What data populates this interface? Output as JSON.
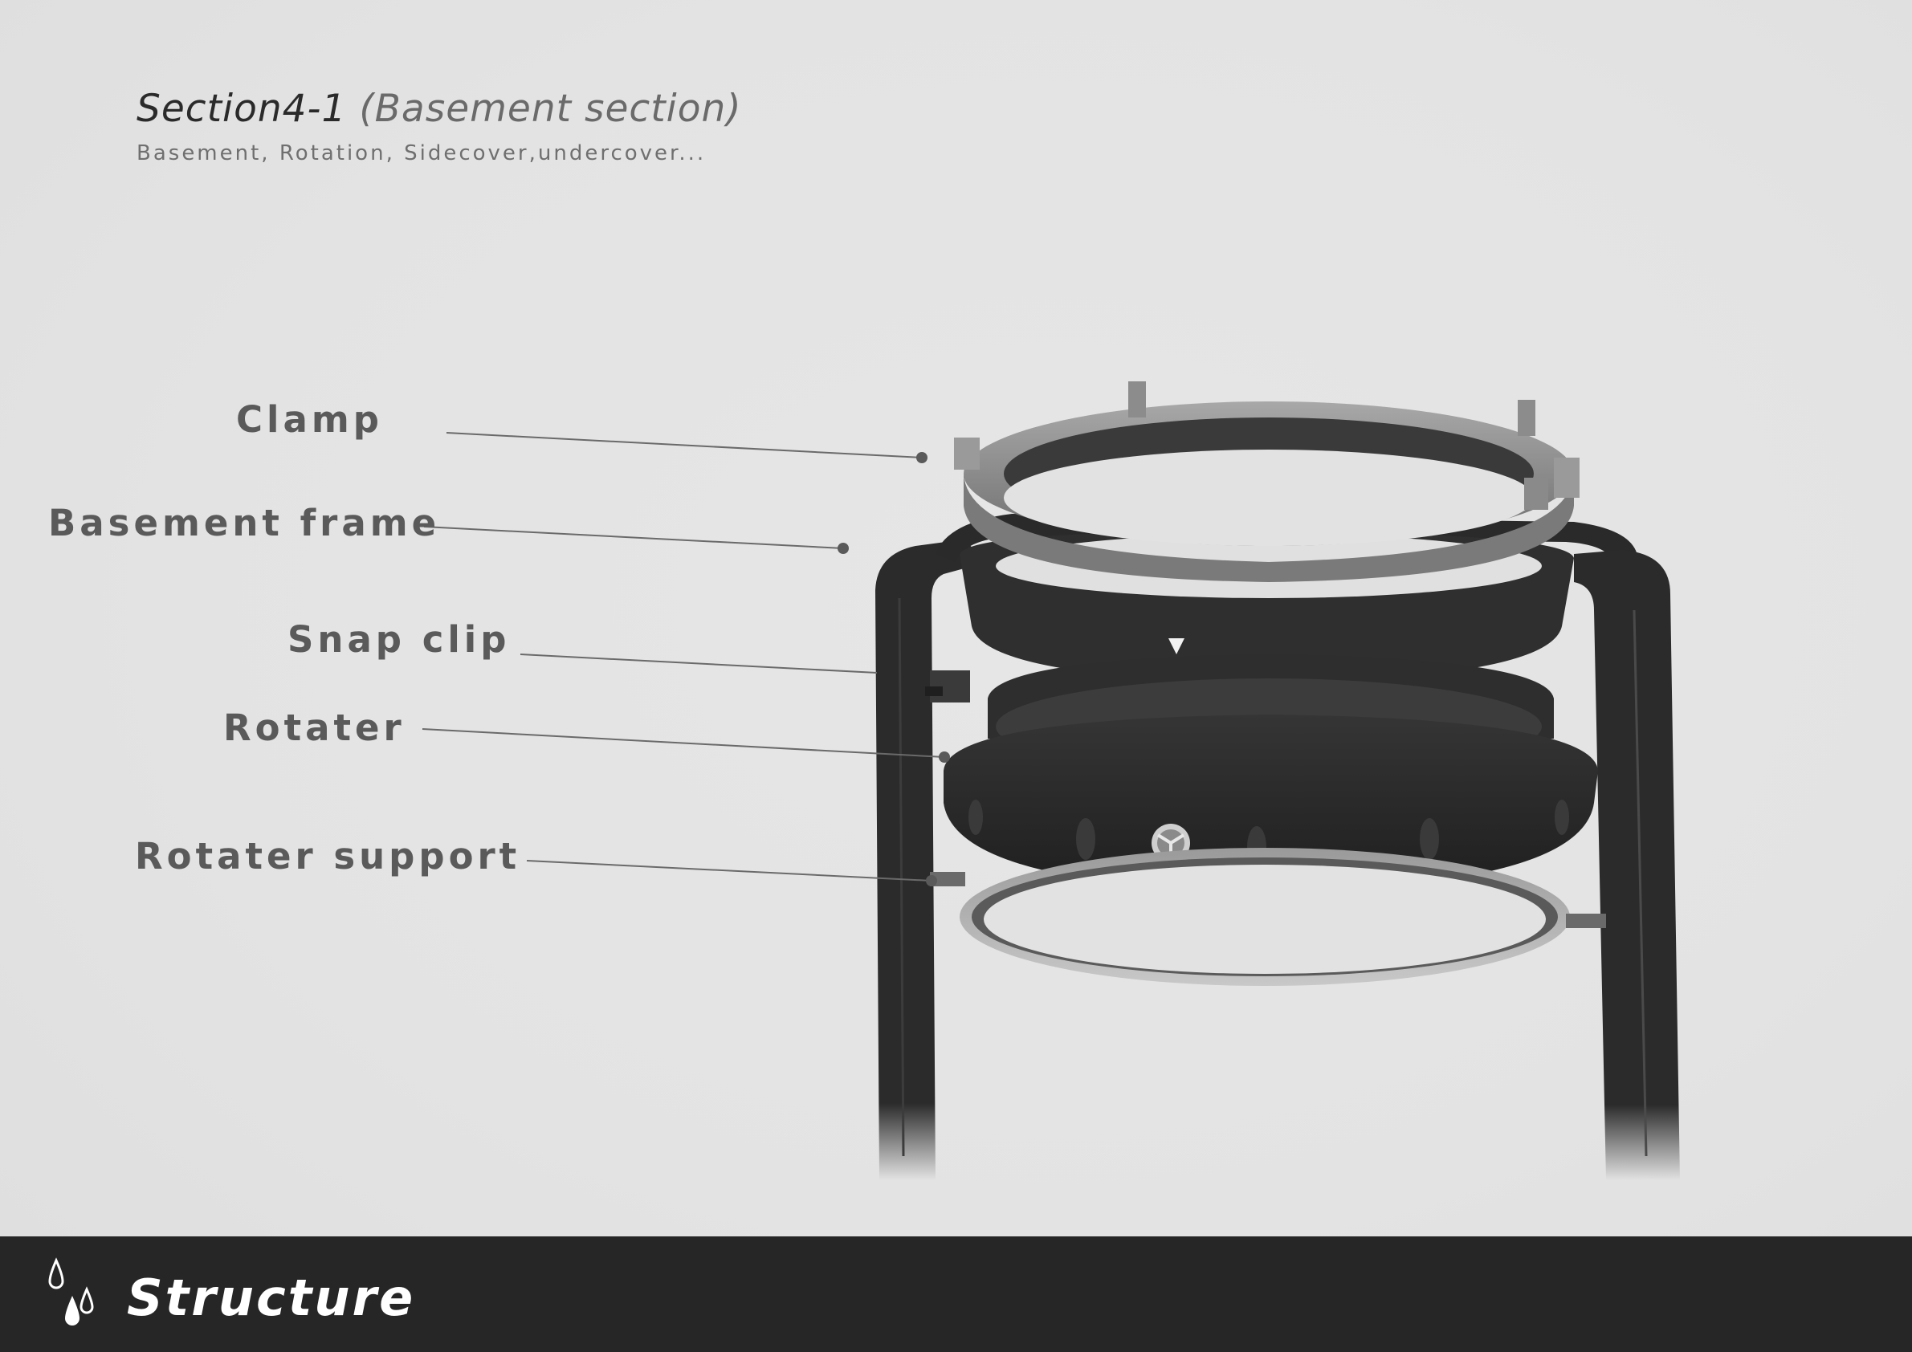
{
  "header": {
    "title_main": "Section4-1",
    "title_paren": "(Basement section)",
    "subtitle": "Basement, Rotation, Sidecover,undercover..."
  },
  "callouts": {
    "clamp": "Clamp",
    "basement_frame": "Basement frame",
    "snap_clip": "Snap clip",
    "rotater": "Rotater",
    "rotater_support": "Rotater support"
  },
  "footer": {
    "title": "Structure",
    "icon": "water-drops-icon"
  },
  "colors": {
    "background": "#e3e3e3",
    "footer": "#262626",
    "frame": "#2b2b2b",
    "clamp": "#8a8a8a"
  }
}
